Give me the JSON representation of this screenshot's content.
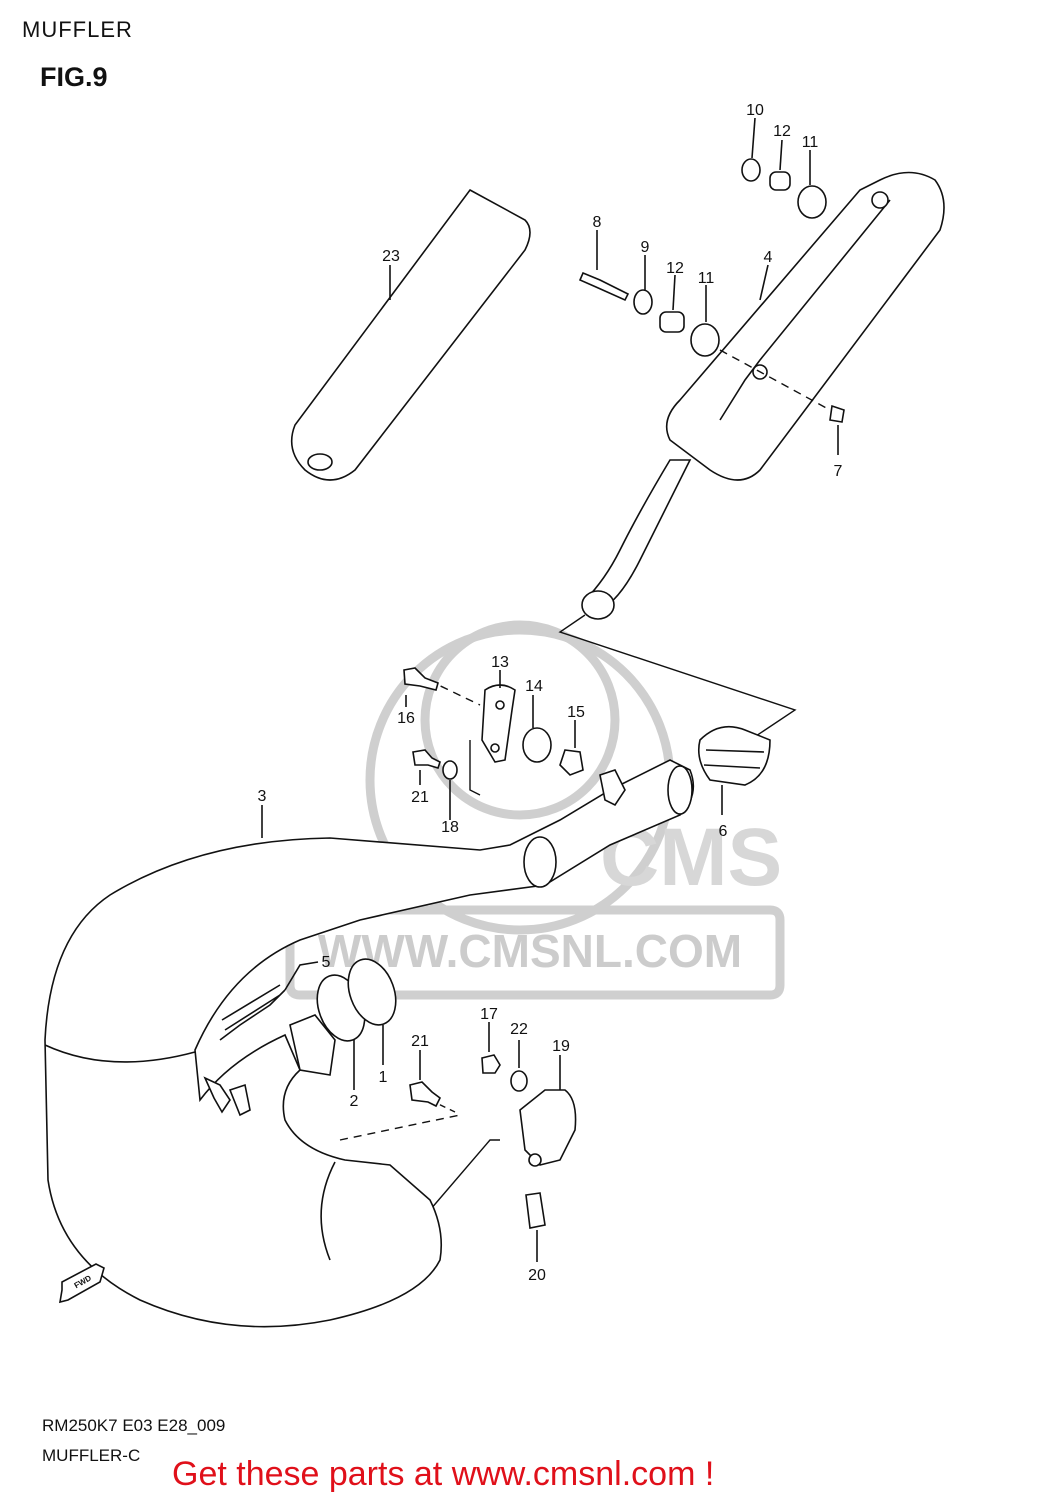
{
  "header": {
    "section": "MUFFLER",
    "figure": "FIG.9"
  },
  "watermark": {
    "url": "WWW.CMSNL.COM",
    "logo": "CMS"
  },
  "fwd_label": "FWD",
  "footer": {
    "code": "RM250K7 E03 E28_009",
    "group": "MUFFLER-C",
    "promo": "Get these parts at www.cmsnl.com !",
    "promo_color": "#e0101a"
  },
  "callouts": [
    "10",
    "12",
    "11",
    "8",
    "9",
    "12",
    "11",
    "4",
    "23",
    "7",
    "13",
    "14",
    "15",
    "16",
    "21",
    "18",
    "3",
    "6",
    "5",
    "1",
    "2",
    "21",
    "17",
    "22",
    "19",
    "20"
  ]
}
